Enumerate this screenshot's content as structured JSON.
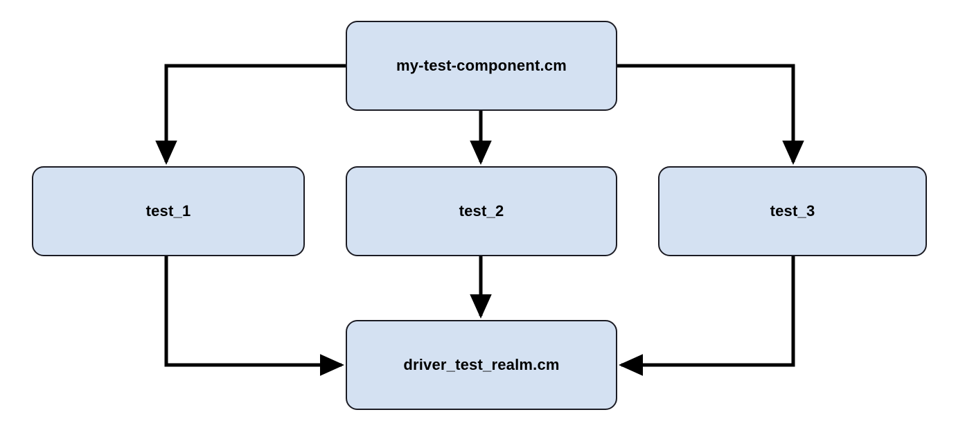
{
  "diagram": {
    "type": "flowchart",
    "title": "",
    "background_color": "#ffffff",
    "node_fill_color": "#d4e1f2",
    "node_border_color": "#1b1b23",
    "edge_color": "#000000",
    "nodes": [
      {
        "id": "root",
        "label": "my-test-component.cm"
      },
      {
        "id": "test_1",
        "label": "test_1"
      },
      {
        "id": "test_2",
        "label": "test_2"
      },
      {
        "id": "test_3",
        "label": "test_3"
      },
      {
        "id": "realm",
        "label": "driver_test_realm.cm"
      }
    ],
    "edges": [
      {
        "from": "root",
        "to": "test_1",
        "label": "",
        "style": "orthogonal-arrow"
      },
      {
        "from": "root",
        "to": "test_2",
        "label": "",
        "style": "straight-arrow"
      },
      {
        "from": "root",
        "to": "test_3",
        "label": "",
        "style": "orthogonal-arrow"
      },
      {
        "from": "test_1",
        "to": "realm",
        "label": "",
        "style": "orthogonal-arrow"
      },
      {
        "from": "test_2",
        "to": "realm",
        "label": "",
        "style": "straight-arrow"
      },
      {
        "from": "test_3",
        "to": "realm",
        "label": "",
        "style": "orthogonal-arrow"
      }
    ]
  }
}
